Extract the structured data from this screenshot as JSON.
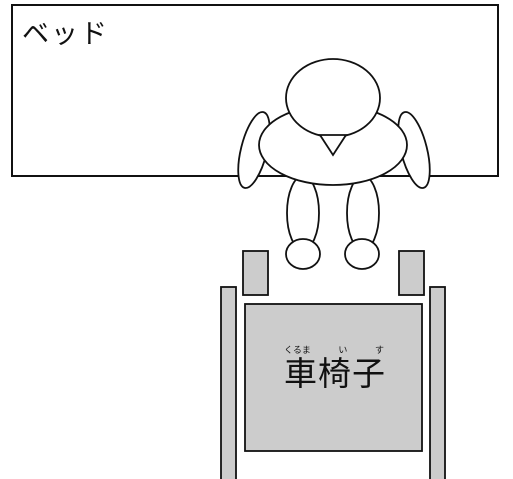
{
  "bed": {
    "label": "ベッド"
  },
  "wheelchair": {
    "label": "車椅子",
    "furigana": {
      "kuruma": "くるま",
      "i": "い",
      "su": "す"
    }
  },
  "colors": {
    "outline": "#111111",
    "seat_fill": "#cccccc",
    "bed_fill": "#ffffff",
    "figure_fill": "#ffffff"
  }
}
